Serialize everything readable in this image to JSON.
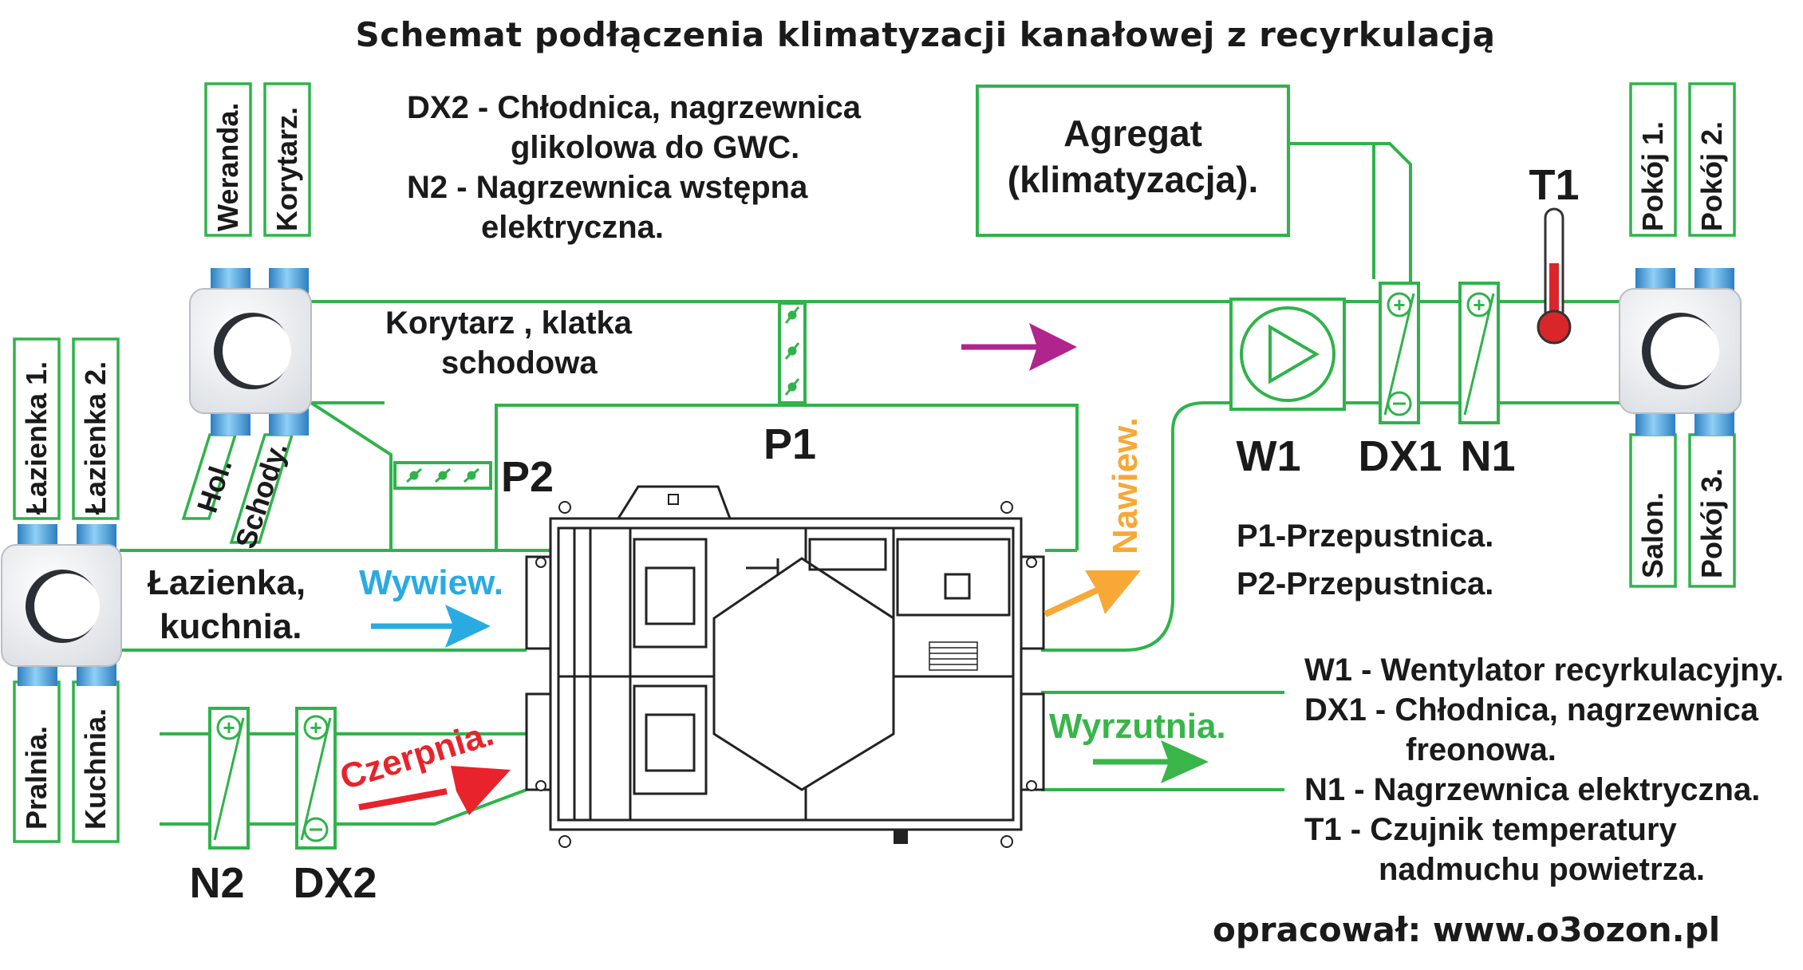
{
  "title": "Schemat podłączenia klimatyzacji kanałowej z recyrkulacją",
  "legend_top": {
    "dx2_line1": "DX2 - Chłodnica, nagrzewnica",
    "dx2_line2": "glikolowa do GWC.",
    "n2_line1": "N2 - Nagrzewnica wstępna",
    "n2_line2": "elektryczna."
  },
  "agregat": {
    "line1": "Agregat",
    "line2": "(klimatyzacja)."
  },
  "rooms": {
    "weranda": "Weranda.",
    "korytarz": "Korytarz.",
    "lazienka1": "Łazienka 1.",
    "lazienka2": "Łazienka 2.",
    "pralnia": "Pralnia.",
    "kuchnia": "Kuchnia.",
    "hol": "Hol.",
    "schody": "Schody.",
    "pokoj1": "Pokój 1.",
    "pokoj2": "Pokój 2.",
    "salon": "Salon.",
    "pokoj3": "Pokój 3."
  },
  "labels": {
    "korytarz_klatka_1": "Korytarz , klatka",
    "korytarz_klatka_2": "schodowa",
    "lazienka_kuchnia_1": "Łazienka,",
    "lazienka_kuchnia_2": "kuchnia.",
    "wywiew": "Wywiew.",
    "nawiew": "Nawiew.",
    "czerpnia": "Czerpnia.",
    "wyrzutnia": "Wyrzutnia.",
    "p1": "P1",
    "p2": "P2",
    "w1": "W1",
    "dx1": "DX1",
    "n1": "N1",
    "t1": "T1",
    "n2": "N2",
    "dx2": "DX2"
  },
  "legend_mid": {
    "p1": "P1-Przepustnica.",
    "p2": "P2-Przepustnica."
  },
  "legend_bottom": {
    "w1": "W1 - Wentylator recyrkulacyjny.",
    "dx1_line1": "DX1 - Chłodnica, nagrzewnica",
    "dx1_line2": "freonowa.",
    "n1": "N1 - Nagrzewnica elektryczna.",
    "t1_line1": "T1 - Czujnik temperatury",
    "t1_line2": "nadmuchu powietrza."
  },
  "credit": "opracował: www.o3ozon.pl",
  "colors": {
    "duct": "#2fb34a",
    "wywiew_arrow": "#29abe2",
    "nawiew_arrow": "#f7a836",
    "czerpnia_arrow": "#e8232b",
    "wyrzutnia_arrow": "#39b54a",
    "flow_arrow": "#b0248e",
    "spigot": "#4aa3df",
    "thermometer": "#d9262b"
  },
  "icons": {
    "plenum": "distribution-box-icon",
    "fan": "fan-icon",
    "heater": "heater-icon",
    "cooler": "cooler-icon",
    "damper": "damper-icon",
    "thermometer": "thermometer-icon",
    "recuperator": "recuperator-icon"
  }
}
